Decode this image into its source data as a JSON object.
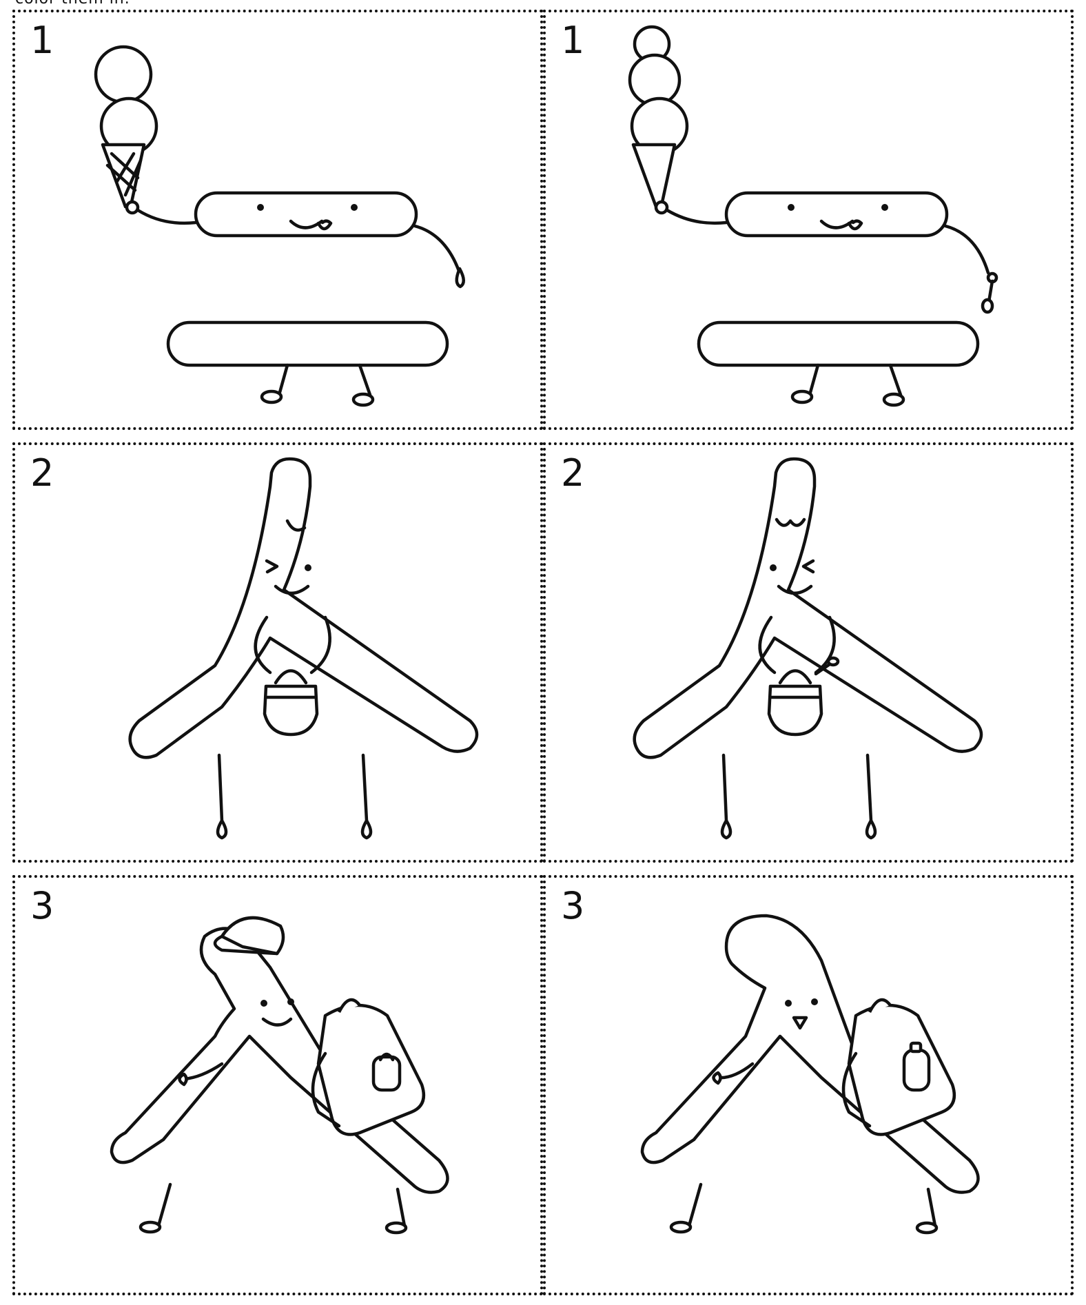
{
  "page": {
    "caption": "color them in."
  },
  "cards": [
    {
      "number": "1",
      "figure": "letter-equals-with-ice-cream-cone"
    },
    {
      "number": "1",
      "figure": "letter-equals-with-ice-cream-cone-variant"
    },
    {
      "number": "2",
      "figure": "letter-lambda-with-basket"
    },
    {
      "number": "2",
      "figure": "letter-lambda-with-basket-variant"
    },
    {
      "number": "3",
      "figure": "letter-lambda-with-cap-and-backpack"
    },
    {
      "number": "3",
      "figure": "letter-lambda-with-backpack-variant"
    }
  ],
  "colors": {
    "ink": "#111111",
    "paper": "#ffffff"
  }
}
